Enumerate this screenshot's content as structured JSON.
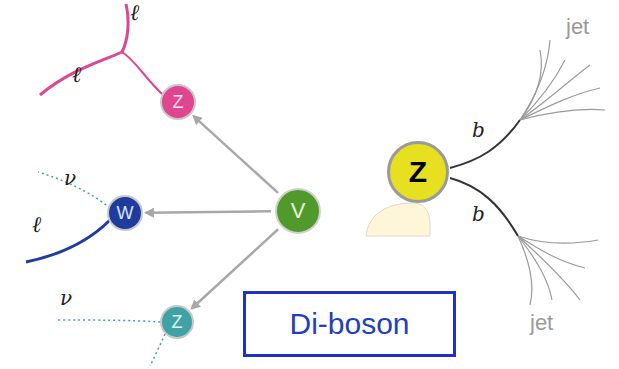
{
  "diagram": {
    "nodes": [
      {
        "text": [
          "Z"
        ]
      },
      {
        "text": [
          "Z"
        ]
      },
      {
        "text": [
          "W"
        ]
      },
      {
        "text": [
          "V"
        ]
      },
      {
        "text": [
          "Z"
        ]
      },
      {
        "text": [
          "Di-boson"
        ]
      }
    ],
    "edges": [
      {
        "from": 3,
        "to": 0,
        "arrow": "to"
      },
      {
        "from": 3,
        "to": 2,
        "arrow": "to"
      },
      {
        "from": 3,
        "to": 4,
        "arrow": "to"
      }
    ],
    "labels": [
      "ℓ",
      "ℓ",
      "ν",
      "ℓ",
      "ν",
      "b",
      "b",
      "jet",
      "jet"
    ]
  }
}
